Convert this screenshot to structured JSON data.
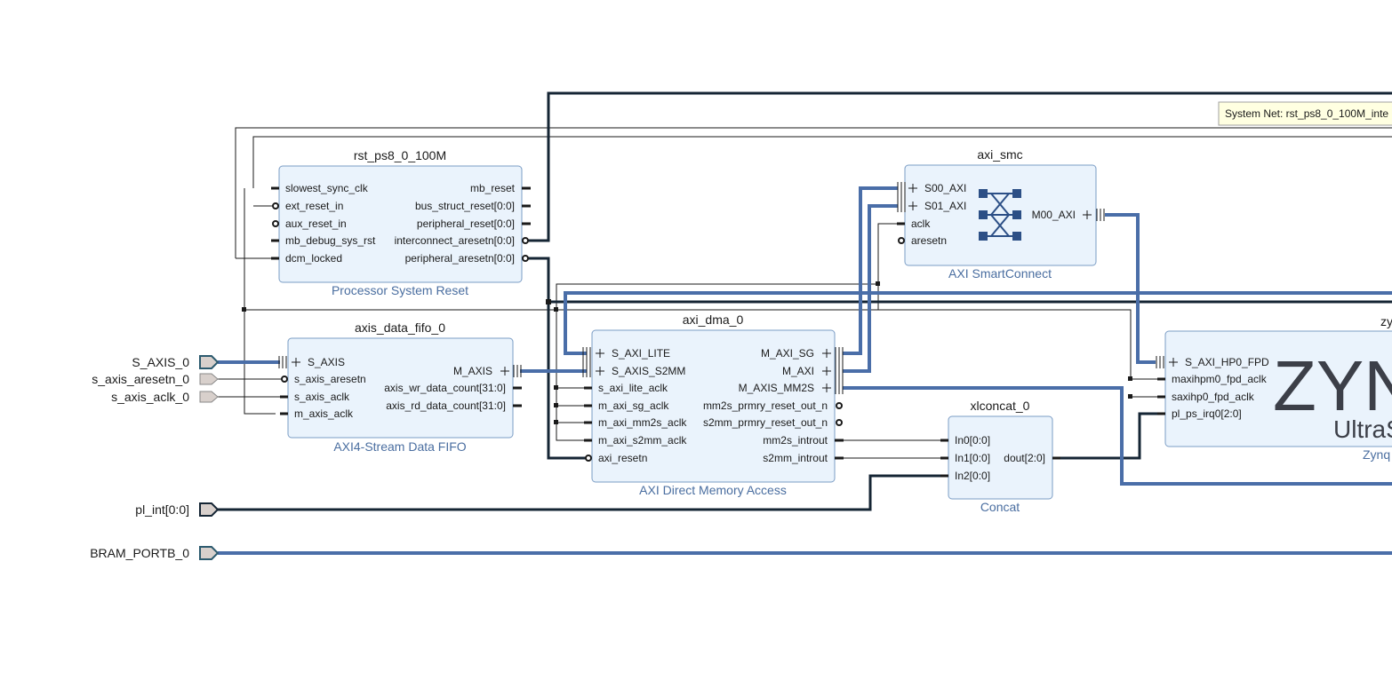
{
  "colors": {
    "bus": "#4a6ea8",
    "thick_net": "#152534",
    "block_fill": "#eaf3fc",
    "block_border": "#7a9cc4",
    "subtitle": "#4a6ea0",
    "tooltip_bg": "#ffffe1",
    "port_fill": "#d8d0cc"
  },
  "tooltip": {
    "text": "System Net: rst_ps8_0_100M_inte"
  },
  "external_ports": {
    "s_axis": "S_AXIS_0",
    "s_axis_aresetn": "s_axis_aresetn_0",
    "s_axis_aclk": "s_axis_aclk_0",
    "pl_int": "pl_int[0:0]",
    "bram_portb": "BRAM_PORTB_0"
  },
  "rst": {
    "instance": "rst_ps8_0_100M",
    "subtitle": "Processor System Reset",
    "inputs": [
      "slowest_sync_clk",
      "ext_reset_in",
      "aux_reset_in",
      "mb_debug_sys_rst",
      "dcm_locked"
    ],
    "outputs": [
      "mb_reset",
      "bus_struct_reset[0:0]",
      "peripheral_reset[0:0]",
      "interconnect_aresetn[0:0]",
      "peripheral_aresetn[0:0]"
    ]
  },
  "fifo": {
    "instance": "axis_data_fifo_0",
    "subtitle": "AXI4-Stream Data FIFO",
    "inputs": [
      "S_AXIS",
      "s_axis_aresetn",
      "s_axis_aclk",
      "m_axis_aclk"
    ],
    "outputs": [
      "M_AXIS",
      "axis_wr_data_count[31:0]",
      "axis_rd_data_count[31:0]"
    ]
  },
  "dma": {
    "instance": "axi_dma_0",
    "subtitle": "AXI Direct Memory Access",
    "inputs": [
      "S_AXI_LITE",
      "S_AXIS_S2MM",
      "s_axi_lite_aclk",
      "m_axi_sg_aclk",
      "m_axi_mm2s_aclk",
      "m_axi_s2mm_aclk",
      "axi_resetn"
    ],
    "outputs": [
      "M_AXI_SG",
      "M_AXI",
      "M_AXIS_MM2S",
      "mm2s_prmry_reset_out_n",
      "s2mm_prmry_reset_out_n",
      "mm2s_introut",
      "s2mm_introut"
    ]
  },
  "smc": {
    "instance": "axi_smc",
    "subtitle": "AXI SmartConnect",
    "inputs": [
      "S00_AXI",
      "S01_AXI",
      "aclk",
      "aresetn"
    ],
    "outputs": [
      "M00_AXI"
    ]
  },
  "concat": {
    "instance": "xlconcat_0",
    "subtitle": "Concat",
    "inputs": [
      "In0[0:0]",
      "In1[0:0]",
      "In2[0:0]"
    ],
    "outputs": [
      "dout[2:0]"
    ]
  },
  "zynq": {
    "instance": "zy",
    "subtitle": "Zynq",
    "logo": "ZYN",
    "logo_sub": "UltraS",
    "inputs": [
      "S_AXI_HP0_FPD",
      "maxihpm0_fpd_aclk",
      "saxihp0_fpd_aclk",
      "pl_ps_irq0[2:0]"
    ]
  }
}
